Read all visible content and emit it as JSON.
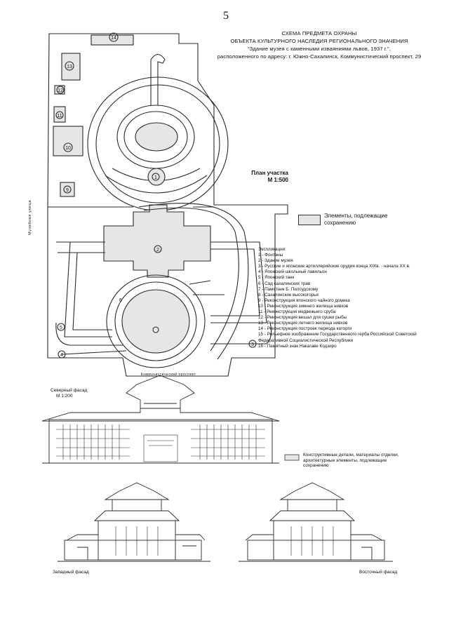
{
  "page_number": "5",
  "header_title": [
    "СХЕМА ПРЕДМЕТА ОХРАНЫ",
    "ОБЪЕКТА КУЛЬТУРНОГО НАСЛЕДИЯ РЕГИОНАЛЬНОГО ЗНАЧЕНИЯ",
    "\"Здание музея с каменными изваяниями львов, 1937 г.\",",
    "расположенного по адресу: г. Южно-Сахалинск, Коммунистический проспект, 29"
  ],
  "plan": {
    "caption": [
      "План участка",
      "М 1:500"
    ],
    "street_bottom": "Коммунистический проспект",
    "street_left": "Музейная улица",
    "markers": [
      "1",
      "2",
      "3",
      "4",
      "5",
      "6",
      "9",
      "10",
      "11",
      "12",
      "13",
      "14"
    ]
  },
  "legend": {
    "elements": "Элементы, подлежащие сохранению",
    "facade_details": "Конструктивные детали, материалы отделки, архитектурные элементы, подлежащие сохранению"
  },
  "explication": {
    "title": "Экспликация:",
    "items": [
      "1 - Фонтаны",
      "2 - Здание музея",
      "3 - Русские и японские артиллерийские орудия конца XIXв. - начала XX в.",
      "4 - Японский школьный павильон",
      "5 - Японский танк",
      "6 - Сад сахалинских трав",
      "7 - Памятник Б. Пилсудскому",
      "8 - Сахалинские высокогорья",
      "9 - Реконструкция японского чайного домика",
      "10 - Реконструкция зимнего жилища нивхов",
      "11 - Реконструкция медвежьего сруба",
      "12 - Реконструкция вешал для сушки рыбы",
      "13 - Реконструкция летнего жилища нивхов",
      "14 - Реконструкция построек периода каторги",
      "15 - Рельефное изображение Государственного герба Российской Советской Федеративной Социалистической Республики",
      "16 - Памятный знак Накагаве Кодзиро"
    ]
  },
  "facades": {
    "north_title": "Северный фасад",
    "north_scale": "М 1:200",
    "west": "Западный фасад",
    "east": "Восточный фасад"
  },
  "colors": {
    "ink": "#2a2a2a",
    "hatch": "#e6e6e6"
  }
}
